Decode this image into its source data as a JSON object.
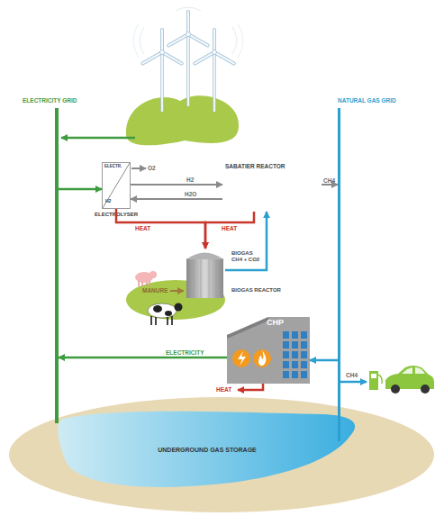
{
  "diagram": {
    "nodes": [
      {
        "text": [
          "ELECTRICITY GRID"
        ]
      },
      {
        "text": [
          "NATURAL GAS GRID"
        ]
      },
      {
        "text": [
          "ELECTR.",
          "H2",
          "ELECTROLYSER"
        ]
      },
      {
        "text": [
          "SABATIER REACTOR"
        ]
      },
      {
        "text": [
          "BIOGAS CH4 + CO2",
          "BIOGAS REACTOR"
        ]
      },
      {
        "text": [
          "CHP"
        ]
      },
      {
        "text": [
          "UNDERGROUND GAS STORAGE"
        ]
      }
    ],
    "edges": [
      {
        "from": 0,
        "to": 2,
        "arrow": "to"
      },
      {
        "from": 2,
        "to": 3,
        "label": "H2",
        "arrow": "to"
      },
      {
        "from": 3,
        "to": 2,
        "label": "H2O",
        "arrow": "to"
      },
      {
        "from": 3,
        "to": 1,
        "label": "CH4",
        "arrow": "to"
      },
      {
        "from": 2,
        "to": 4,
        "label": "HEAT",
        "arrow": "to"
      },
      {
        "from": 3,
        "to": 4,
        "label": "HEAT",
        "arrow": "to"
      },
      {
        "from": 4,
        "to": 3,
        "arrow": "to"
      },
      {
        "from": 5,
        "to": 0,
        "label": "ELECTRICITY",
        "arrow": "to"
      },
      {
        "from": 1,
        "to": 5,
        "arrow": "to"
      },
      {
        "from": 0,
        "to": 6,
        "arrow": "none"
      },
      {
        "from": 1,
        "to": 6,
        "arrow": "none"
      }
    ],
    "labels": [
      "O2",
      "MANURE",
      "HEAT",
      "CH4"
    ]
  }
}
